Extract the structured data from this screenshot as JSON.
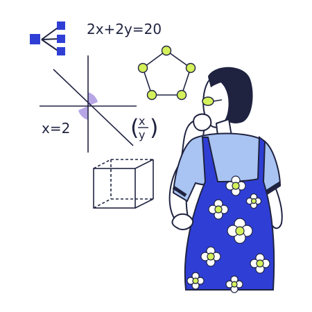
{
  "equation": {
    "lead": "2x+2y=20"
  },
  "line_label": "x=2",
  "vector": {
    "top": "x",
    "bottom": "y",
    "open": "(",
    "close": ")"
  },
  "colors": {
    "ink": "#1f2340",
    "accent_blue": "#2f3fd6",
    "shirt_blue": "#a9c3f2",
    "lime": "#d4f05a",
    "angle_purple": "#b7a6e6",
    "skin": "#ffffff",
    "hair": "#1f2340"
  },
  "icons": [
    "hierarchy-diagram-icon",
    "pentagon-graph-icon",
    "cube-wireframe-icon",
    "intersecting-lines-icon"
  ]
}
